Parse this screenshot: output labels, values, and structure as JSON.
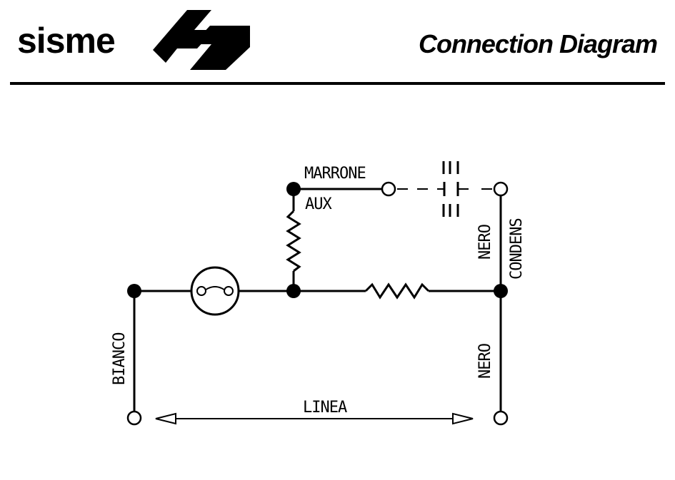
{
  "header": {
    "brand": "sisme",
    "title": "Connection Diagram"
  },
  "labels": {
    "marrone": "MARRONE",
    "aux": "AUX",
    "nero_upper": "NERO",
    "condens": "CONDENS",
    "nero_lower": "NERO",
    "bianco": "BIANCO",
    "linea": "LINEA"
  },
  "colors": {
    "ink": "#000000",
    "paper": "#ffffff"
  }
}
